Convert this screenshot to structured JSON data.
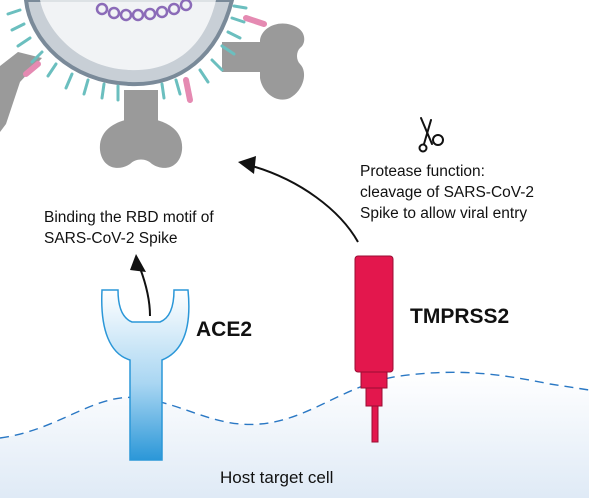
{
  "labels": {
    "rbd_line1": "Binding the RBD motif of",
    "rbd_line2": "SARS-CoV-2 Spike",
    "protease_line1": "Protease function:",
    "protease_line2": "cleavage of SARS-CoV-2",
    "protease_line3": "Spike to allow viral entry",
    "ace2": "ACE2",
    "tmprss2": "TMPRSS2",
    "host_cell": "Host target cell"
  },
  "icons": {
    "scissors": "scissors-icon"
  },
  "colors": {
    "virus_body": "#c8cfd6",
    "virus_outline": "#7a8a99",
    "spike_gray": "#9a9a9a",
    "teal_protein": "#6bbfbf",
    "pink_protein": "#e58ab2",
    "rna_purple": "#8b6bb8",
    "ace2_blue": "#3fa3dd",
    "tmprss2_red": "#e3174d",
    "cell_fill": "#e9f2fa",
    "membrane_dash": "#2a78c4"
  }
}
